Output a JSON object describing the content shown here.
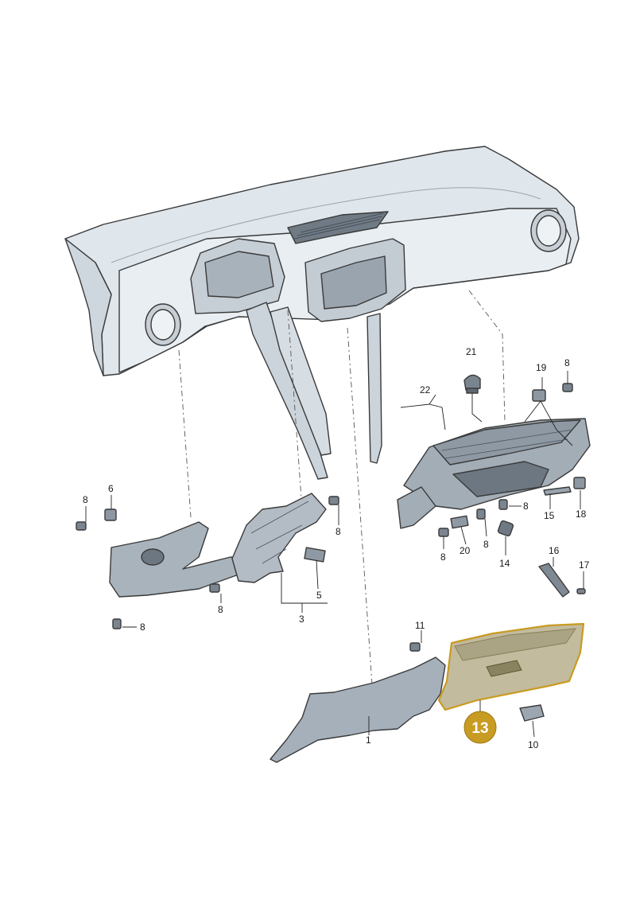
{
  "colors": {
    "dashboard_fill": "#dfe6ec",
    "part_fill": "#b5bec7",
    "part_dark": "#8e99a4",
    "highlight_fill": "#c2bb9e",
    "highlight_stroke": "#c89b22",
    "badge_fill": "#c89b22"
  },
  "callouts": {
    "c1": "1",
    "c3": "3",
    "c5": "5",
    "c6": "6",
    "c8a": "8",
    "c8b": "8",
    "c8c": "8",
    "c8d": "8",
    "c8e": "8",
    "c8f": "8",
    "c8g": "8",
    "c8h": "8",
    "c10": "10",
    "c11": "11",
    "c13": "13",
    "c14": "14",
    "c15": "15",
    "c16": "16",
    "c17": "17",
    "c18": "18",
    "c19": "19",
    "c20": "20",
    "c21": "21",
    "c22": "22"
  },
  "highlighted_part": "13"
}
